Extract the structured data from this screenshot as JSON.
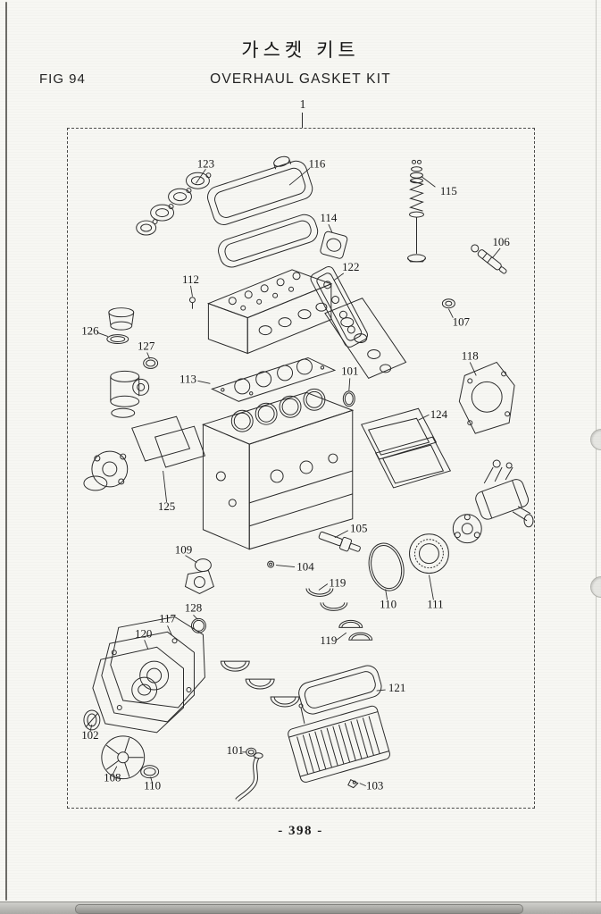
{
  "page": {
    "title_korean": "가스켓 키트",
    "fig_label": "FIG 94",
    "title_english": "OVERHAUL GASKET KIT",
    "page_number": "- 398 -",
    "assembly_callout": "1"
  },
  "colors": {
    "ink": "#2b2b2b",
    "paper": "#f7f7f3"
  },
  "diagram": {
    "callouts": [
      {
        "label": "123"
      },
      {
        "label": "116"
      },
      {
        "label": "115"
      },
      {
        "label": "114"
      },
      {
        "label": "106"
      },
      {
        "label": "112"
      },
      {
        "label": "122"
      },
      {
        "label": "126"
      },
      {
        "label": "127"
      },
      {
        "label": "107"
      },
      {
        "label": "118"
      },
      {
        "label": "113"
      },
      {
        "label": "101"
      },
      {
        "label": "124"
      },
      {
        "label": "125"
      },
      {
        "label": "109"
      },
      {
        "label": "105"
      },
      {
        "label": "104"
      },
      {
        "label": "119"
      },
      {
        "label": "110"
      },
      {
        "label": "111"
      },
      {
        "label": "128"
      },
      {
        "label": "117"
      },
      {
        "label": "120"
      },
      {
        "label": "119"
      },
      {
        "label": "121"
      },
      {
        "label": "102"
      },
      {
        "label": "101"
      },
      {
        "label": "108"
      },
      {
        "label": "110"
      },
      {
        "label": "103"
      }
    ]
  }
}
